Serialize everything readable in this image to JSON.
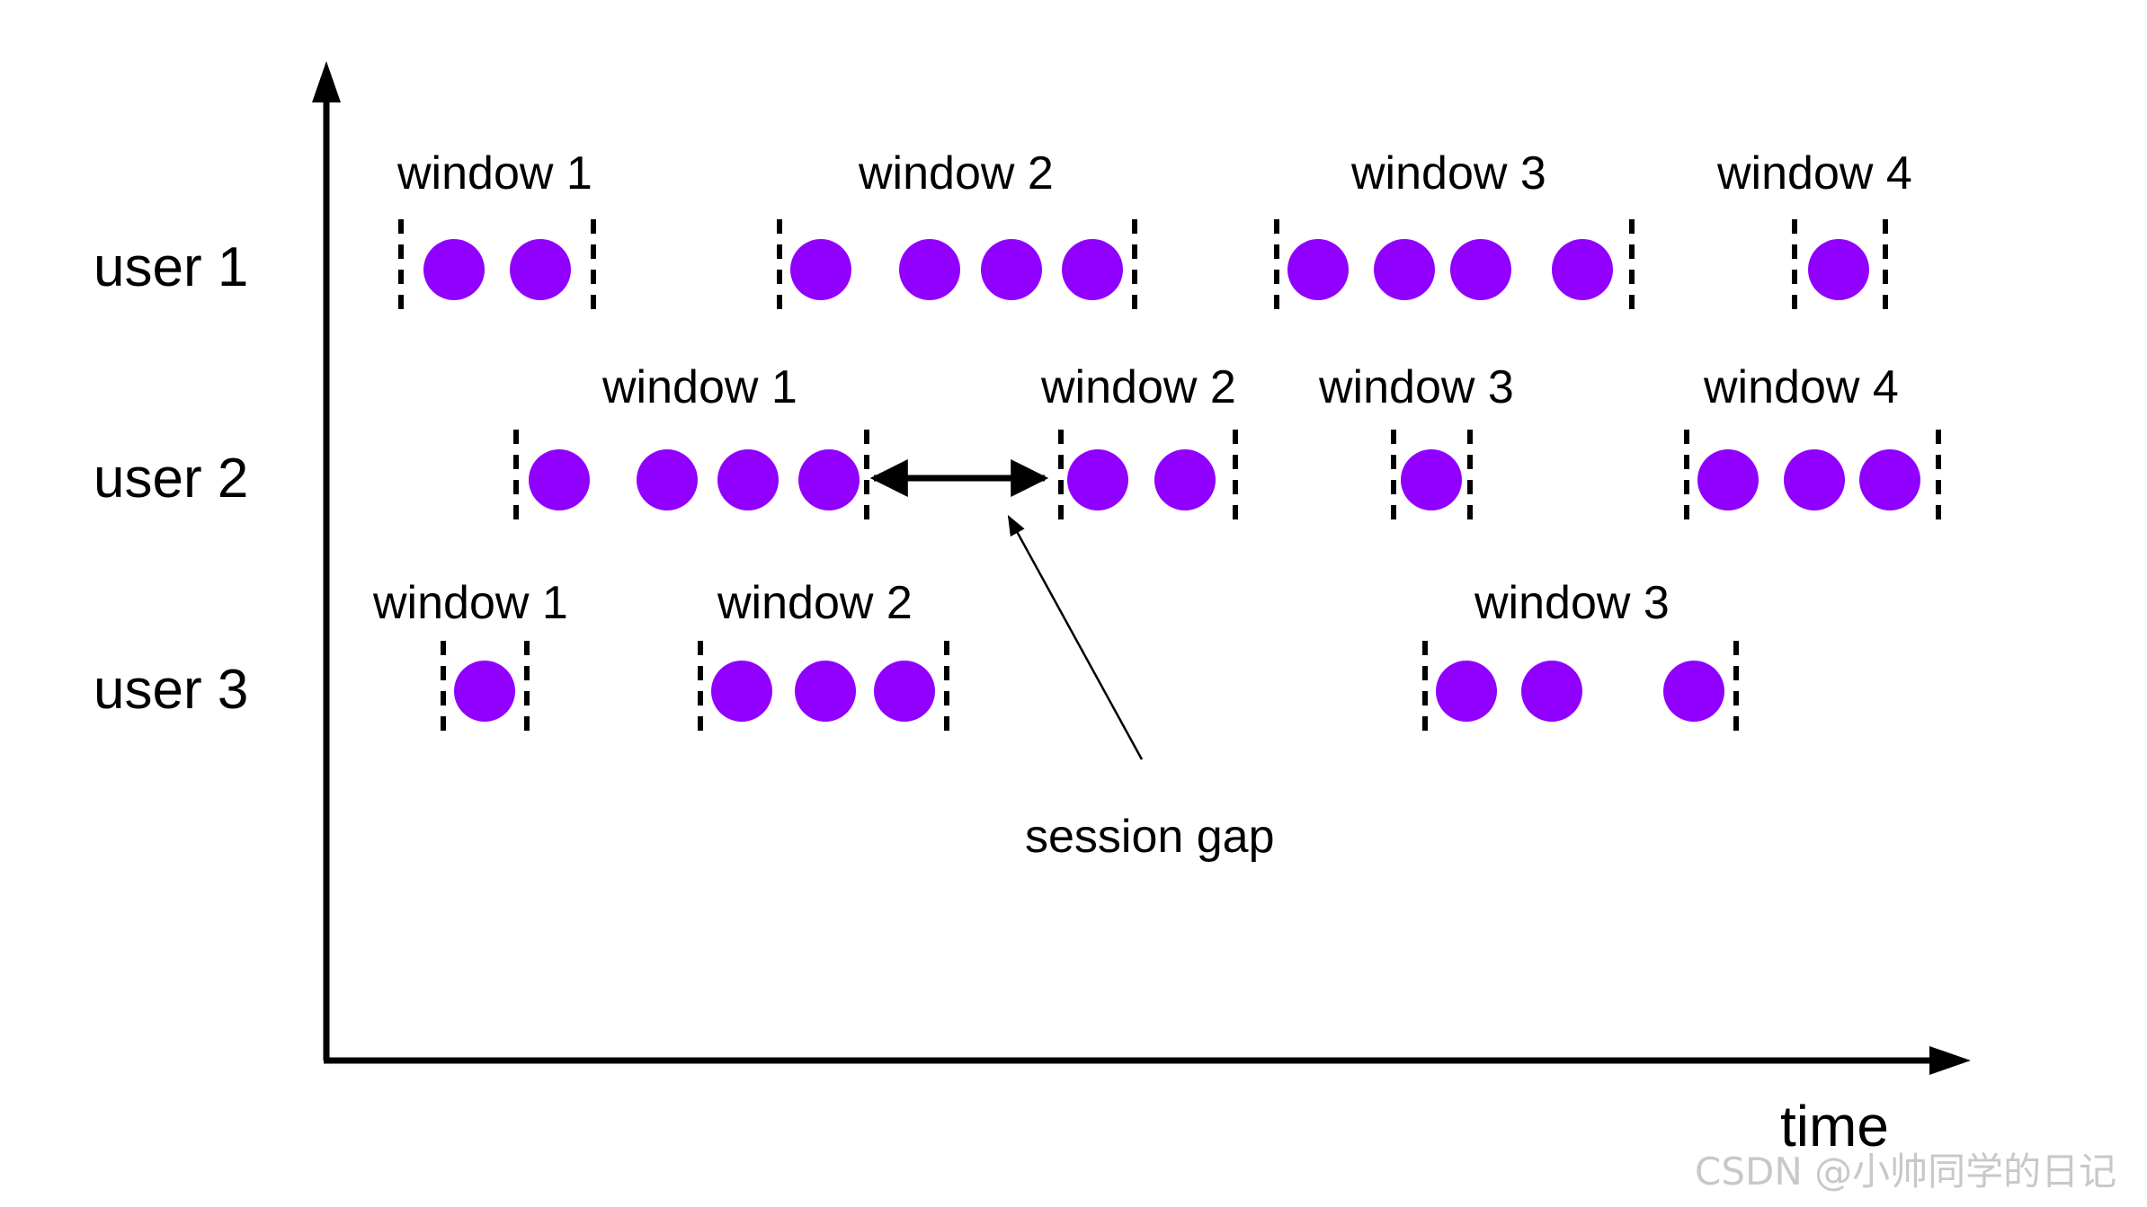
{
  "diagram": {
    "x_axis_label": "time",
    "rows": [
      {
        "label": "user 1",
        "windows": [
          {
            "label": "window 1",
            "events": 2
          },
          {
            "label": "window 2",
            "events": 4
          },
          {
            "label": "window 3",
            "events": 4
          },
          {
            "label": "window 4",
            "events": 1
          }
        ]
      },
      {
        "label": "user 2",
        "windows": [
          {
            "label": "window 1",
            "events": 4
          },
          {
            "label": "window 2",
            "events": 2
          },
          {
            "label": "window 3",
            "events": 1
          },
          {
            "label": "window 4",
            "events": 3
          }
        ]
      },
      {
        "label": "user 3",
        "windows": [
          {
            "label": "window 1",
            "events": 1
          },
          {
            "label": "window 2",
            "events": 3
          },
          {
            "label": "window 3",
            "events": 3
          }
        ]
      }
    ],
    "annotation": {
      "label": "session gap",
      "between": [
        "user 2 window 1",
        "user 2 window 2"
      ]
    },
    "colors": {
      "event": "#9100ff",
      "axis": "#000000",
      "boundary": "#000000"
    }
  },
  "watermark": "CSDN @小帅同学的日记"
}
